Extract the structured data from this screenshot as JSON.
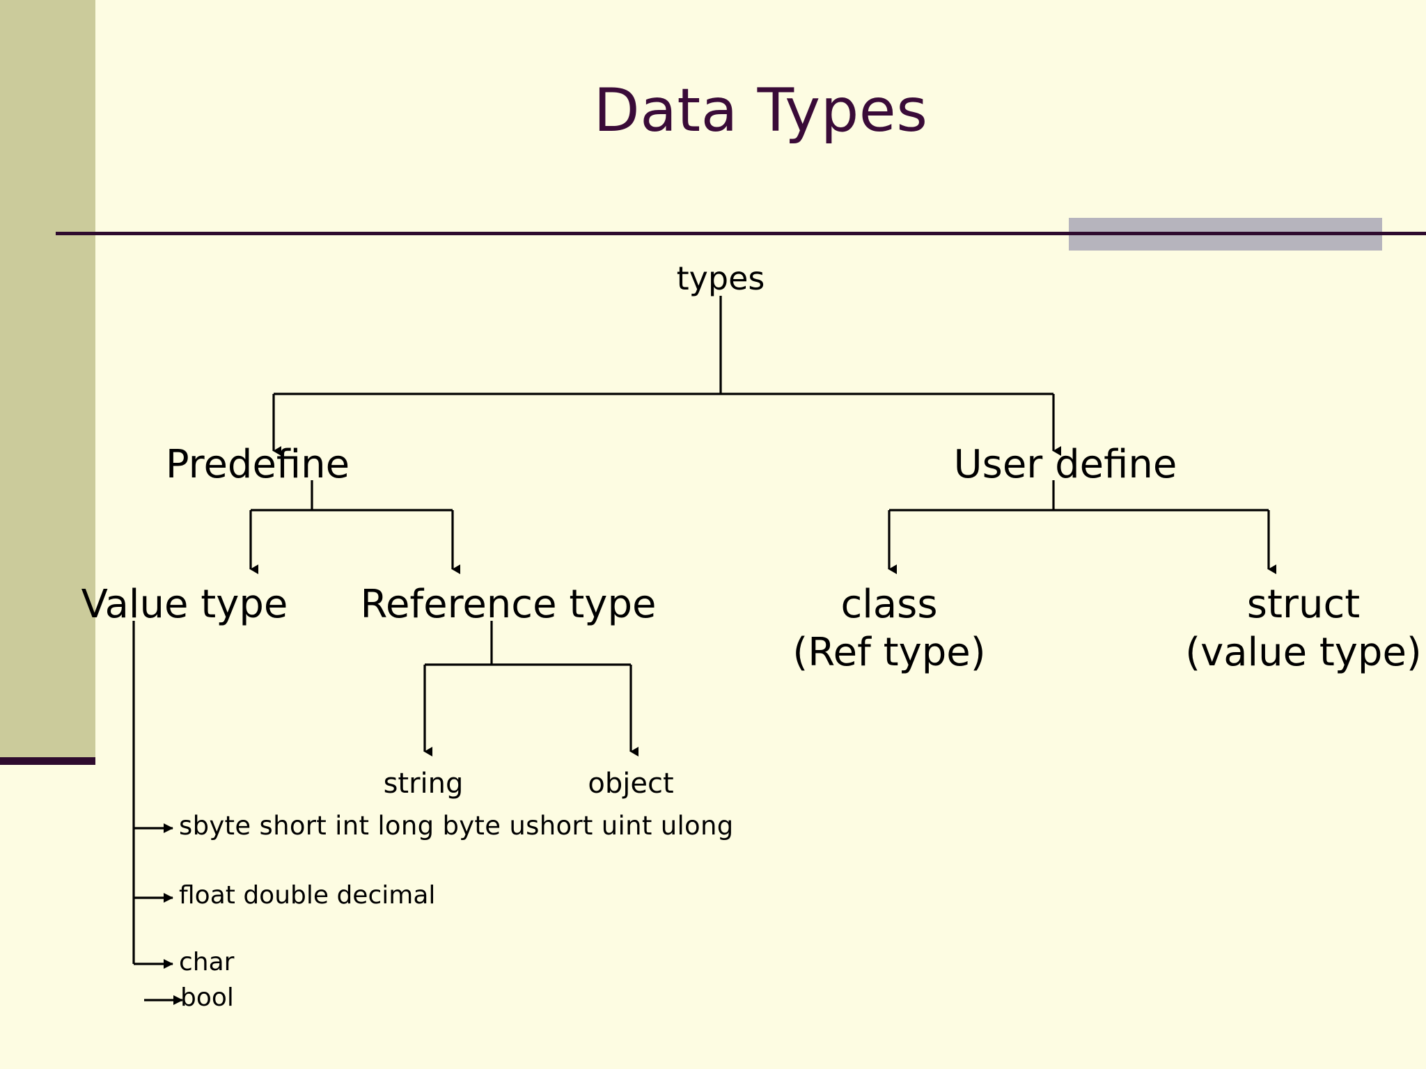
{
  "slide": {
    "title": "Data Types",
    "colors": {
      "background": "#FDFCE2",
      "sidebar_olive": "#CBCB9B",
      "sidebar_accent": "#2E0B2E",
      "title_text": "#3A0B38",
      "rule": "#2E0B2E",
      "gray_block": "#B6B4BD",
      "diagram_line": "#000000",
      "diagram_text": "#000000"
    }
  },
  "diagram": {
    "type": "tree",
    "root": "types",
    "nodes": {
      "root": "types",
      "predefine": "Predefine",
      "user_define": "User define",
      "value_type": "Value type",
      "reference_type": "Reference type",
      "class_name": "class",
      "class_sub": "(Ref type)",
      "struct_name": "struct",
      "struct_sub": "(value type)",
      "string": "string",
      "object": "object"
    },
    "value_type_groups": [
      {
        "id": "integral",
        "label": "sbyte  short   int  long  byte  ushort  uint  ulong"
      },
      {
        "id": "floating",
        "label": "float double decimal"
      },
      {
        "id": "character",
        "label": "char"
      },
      {
        "id": "boolean",
        "label": "bool"
      }
    ],
    "edges": [
      {
        "from": "types",
        "to": "Predefine"
      },
      {
        "from": "types",
        "to": "User define"
      },
      {
        "from": "Predefine",
        "to": "Value type"
      },
      {
        "from": "Predefine",
        "to": "Reference type"
      },
      {
        "from": "User define",
        "to": "class (Ref type)"
      },
      {
        "from": "User define",
        "to": "struct (value type)"
      },
      {
        "from": "Reference type",
        "to": "string"
      },
      {
        "from": "Reference type",
        "to": "object"
      },
      {
        "from": "Value type",
        "to": "sbyte short int long byte ushort uint ulong"
      },
      {
        "from": "Value type",
        "to": "float double decimal"
      },
      {
        "from": "Value type",
        "to": "char"
      },
      {
        "from": "Value type",
        "to": "bool"
      }
    ]
  }
}
